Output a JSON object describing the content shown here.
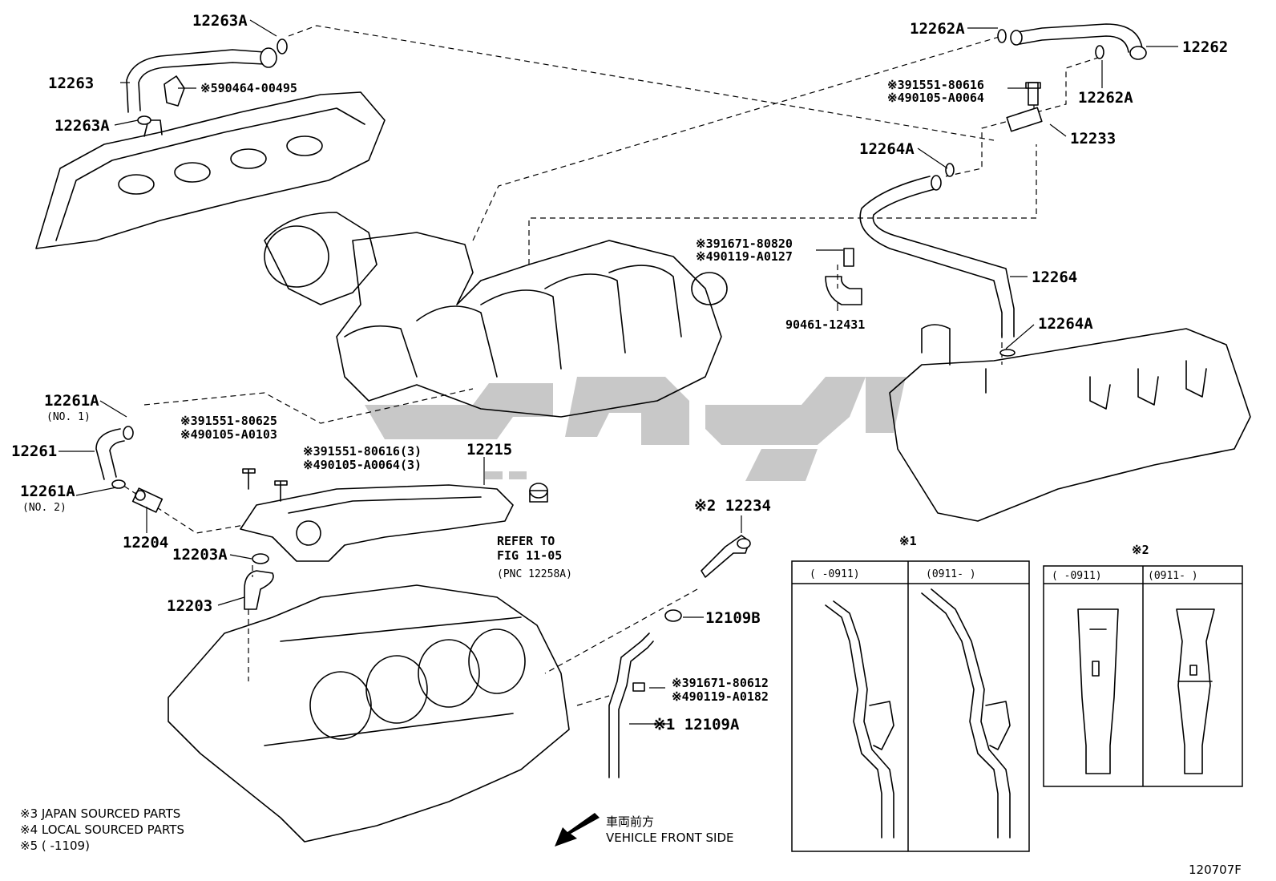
{
  "labels": {
    "p12263A_top": "12263A",
    "p12263": "12263",
    "p90464": "※590464-00495",
    "p12263A_bot": "12263A",
    "p12262A_top": "12262A",
    "p12262": "12262",
    "p12262A_right": "12262A",
    "p91551_80616_a": "※391551-80616",
    "p90105_A0064_a": "※490105-A0064",
    "p12233": "12233",
    "p12264A_top": "12264A",
    "p91671_80820": "※391671-80820",
    "p90119_A0127": "※490119-A0127",
    "p12264": "12264",
    "p90461": "90461-12431",
    "p12264A_bot": "12264A",
    "p12261A_1": "12261A",
    "p12261A_1_sub": "(NO. 1)",
    "p12261": "12261",
    "p12261A_2": "12261A",
    "p12261A_2_sub": "(NO. 2)",
    "p12204": "12204",
    "p91551_80625": "※391551-80625",
    "p90105_A0103": "※490105-A0103",
    "p91551_80616_3": "※391551-80616(3)",
    "p90105_A0064_3": "※490105-A0064(3)",
    "p12215": "12215",
    "p12203A": "12203A",
    "p12203": "12203",
    "refer1": "REFER TO",
    "refer2": "FIG 11-05",
    "refer3": "(PNC 12258A)",
    "p12234": "※2 12234",
    "p12109B": "12109B",
    "p91671_80612": "※391671-80612",
    "p90119_A0182": "※490119-A0182",
    "p12109A": "※1 12109A",
    "box1_title": "※1",
    "box1_col1": "(      -0911)",
    "box1_col2": "(0911-      )",
    "box2_title": "※2",
    "box2_col1": "(      -0911)",
    "box2_col2": "(0911-      )"
  },
  "notes": {
    "n3": "※3 JAPAN SOURCED PARTS",
    "n4": "※4 LOCAL SOURCED PARTS",
    "n5": "※5 (        -1109)"
  },
  "front": {
    "jp": "車両前方",
    "en": "VEHICLE FRONT SIDE"
  },
  "figure_code": "120707F",
  "watermark": "ﺑﻴﺮﻭﻥ"
}
